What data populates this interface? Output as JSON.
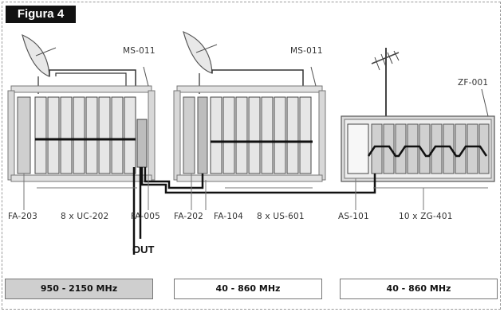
{
  "figure": {
    "title": "Figura 4"
  },
  "labels": {
    "ms011_left": "MS-011",
    "ms011_right": "MS-011",
    "zf001": "ZF-001",
    "fa203": "FA-203",
    "uc202": "8 x UC-202",
    "fa005": "FA-005",
    "fa202": "FA-202",
    "fa104": "FA-104",
    "us601": "8 x US-601",
    "as101": "AS-101",
    "zg401": "10 x ZG-401",
    "out": "OUT"
  },
  "bands": {
    "band1": "950 - 2150 MHz",
    "band2": "40 - 860 MHz",
    "band3": "40 - 860 MHz"
  },
  "colors": {
    "band1_fill": "#cfcfcf",
    "cable": "#111111",
    "rack": "#888888"
  }
}
